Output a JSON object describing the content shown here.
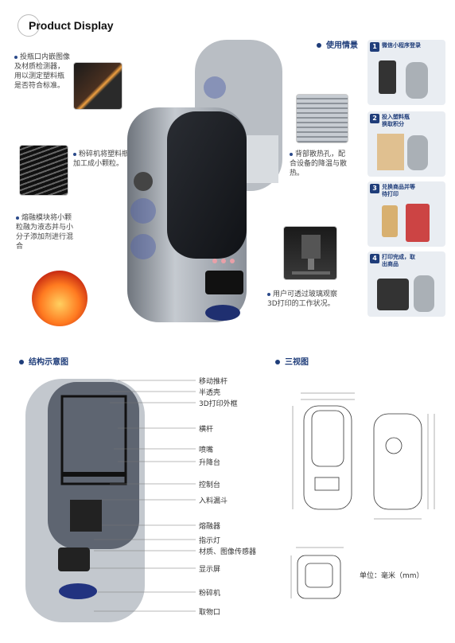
{
  "header": {
    "title": "Product Display"
  },
  "callouts": {
    "inspection": "投瓶口内嵌图像及材质检测器，用以测定塑料瓶是否符合标准。",
    "shredder": "粉碎机将塑料瓶加工成小颗粒。",
    "melting": "熔融模块将小颗粒融为液态并与小分子添加剂进行混合",
    "cooling": "背部散热孔，配合设备的降温与散热。",
    "observe": "用户可透过玻璃观察3D打印的工作状况。"
  },
  "usage": {
    "heading": "使用情景",
    "steps": [
      {
        "num": "1",
        "caption": "微信小程序登录"
      },
      {
        "num": "2",
        "caption": "投入塑料瓶\n换取积分"
      },
      {
        "num": "3",
        "caption": "兑换商品并等\n待打印"
      },
      {
        "num": "4",
        "caption": "打印完成，取\n出商品"
      }
    ]
  },
  "structure": {
    "heading": "结构示意图",
    "labels": [
      "移动推杆",
      "半透壳",
      "3D打印外框",
      "横杆",
      "喷嘴",
      "升降台",
      "控制台",
      "入料漏斗",
      "熔融器",
      "指示灯",
      "材质、图像传感器",
      "显示屏",
      "粉碎机",
      "取物口"
    ]
  },
  "threeview": {
    "heading": "三视图",
    "unit": "单位：毫米（mm）"
  },
  "colors": {
    "accent": "#1f3d7a",
    "machine": "#8a9099"
  }
}
